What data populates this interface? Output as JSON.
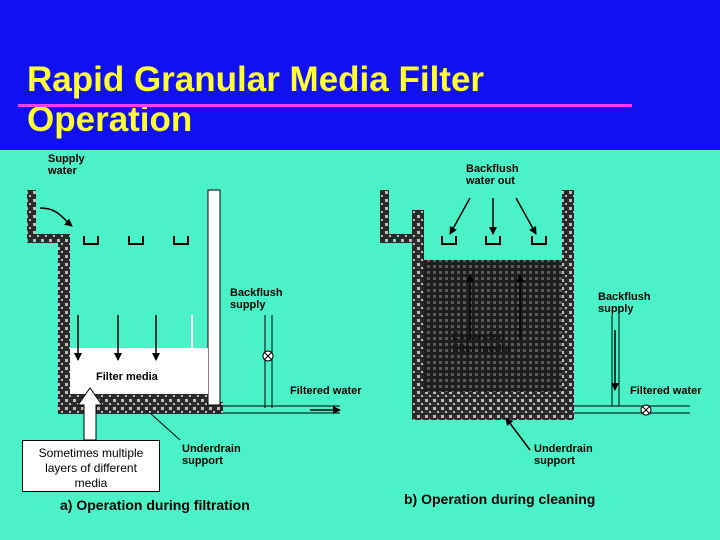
{
  "title": "Rapid Granular Media Filter\nOperation",
  "colors": {
    "title_bg": "#1010f0",
    "title_text": "#ffff33",
    "rule": "#ff3cff",
    "content_bg": "#4cf2c7",
    "wall": "#444444"
  },
  "filtration": {
    "supply_water": "Supply\nwater",
    "backflush_supply": "Backflush\nsupply",
    "filter_media": "Filter media",
    "filtered_water": "Filtered water",
    "underdrain_support": "Underdrain\nsupport",
    "caption": "a) Operation during filtration"
  },
  "cleaning": {
    "backflush_water_out": "Backflush\nwater out",
    "backflush_supply": "Backflush\nsupply",
    "expanded_media": "Expanded\nfilter media",
    "filtered_water": "Filtered water",
    "underdrain_support": "Underdrain\nsupport",
    "caption": "b) Operation during cleaning"
  },
  "callout": "Sometimes multiple\nlayers of different\nmedia"
}
